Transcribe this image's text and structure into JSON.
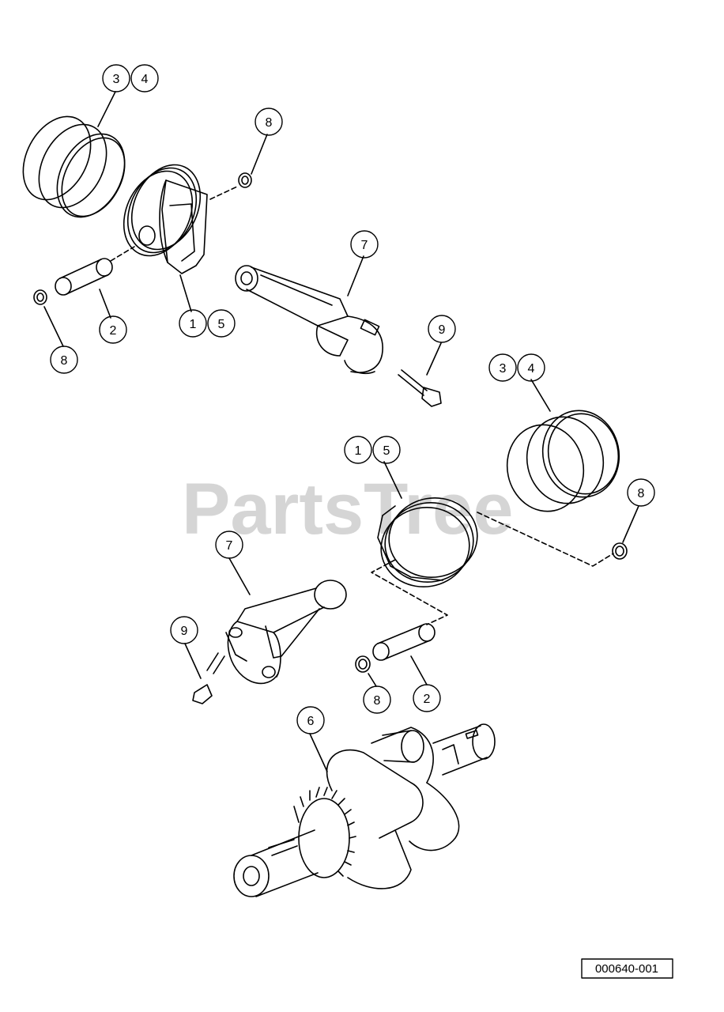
{
  "watermark": "PartsTree",
  "reference_code": "000640-001",
  "callouts": {
    "top_rings_a": "3",
    "top_rings_b": "4",
    "top_clip_right": "8",
    "top_rod": "7",
    "top_pin": "2",
    "top_piston_a": "1",
    "top_piston_b": "5",
    "top_clip_left": "8",
    "top_bolt": "9",
    "mid_rings_a": "3",
    "mid_rings_b": "4",
    "mid_piston_a": "1",
    "mid_piston_b": "5",
    "mid_clip_right": "8",
    "mid_rod": "7",
    "mid_bolt": "9",
    "mid_clip_left": "8",
    "mid_pin": "2",
    "crankshaft": "6"
  }
}
